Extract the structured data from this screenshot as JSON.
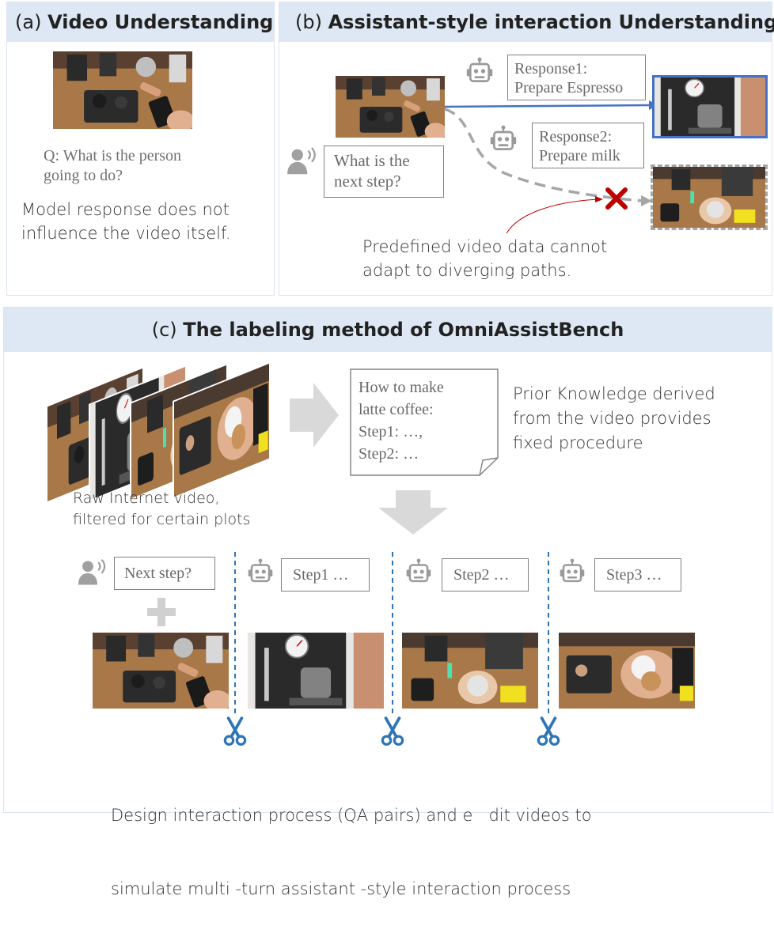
{
  "panel_a": {
    "prefix": "(a)",
    "title": "Video Understanding",
    "question_line1": "Q: What is the person",
    "question_line2": "going to do?",
    "note_line1": "Model response does not",
    "note_line2": "influence the video itself."
  },
  "panel_b": {
    "prefix": "(b)",
    "title": "Assistant-style interaction Understanding",
    "user_line1": "What is the",
    "user_line2": "next step?",
    "response1_line1": "Response1:",
    "response1_line2": "Prepare Espresso",
    "response2_line1": "Response2:",
    "response2_line2": "Prepare milk",
    "note_line1": "Predefined video data cannot",
    "note_line2": "adapt to diverging paths."
  },
  "panel_c": {
    "prefix": "(c)",
    "title": "The labeling method of OmniAssistBench",
    "raw_line1": "Raw Internet video,",
    "raw_line2": "filtered for certain plots",
    "doc_line1": "How to make",
    "doc_line2": "latte coffee:",
    "doc_line3": "Step1: …,",
    "doc_line4": "Step2: …",
    "prior_line1": "Prior Knowledge  derived",
    "prior_line2": "from the video provides",
    "prior_line3": "fixed procedure",
    "user_query": "Next step?",
    "step1": "Step1 …",
    "step2": "Step2 …",
    "step3": "Step3 …",
    "bottom_line1": "Design interaction process (QA pairs) and e   dit videos to",
    "bottom_line2": "simulate multi -turn assistant -style interaction process"
  },
  "colors": {
    "header_bg": "#dde8f4",
    "panel_border": "#dbe4ef",
    "solid_arrow": "#4472c4",
    "dashed_arrow": "#a6a6a6",
    "cross": "#c00000",
    "scissor": "#2e75b6",
    "icon_gray": "#9a9a9a"
  },
  "icons": [
    "robot-icon",
    "user-speaking-icon",
    "cross-icon",
    "scissor-icon",
    "plus-icon"
  ]
}
